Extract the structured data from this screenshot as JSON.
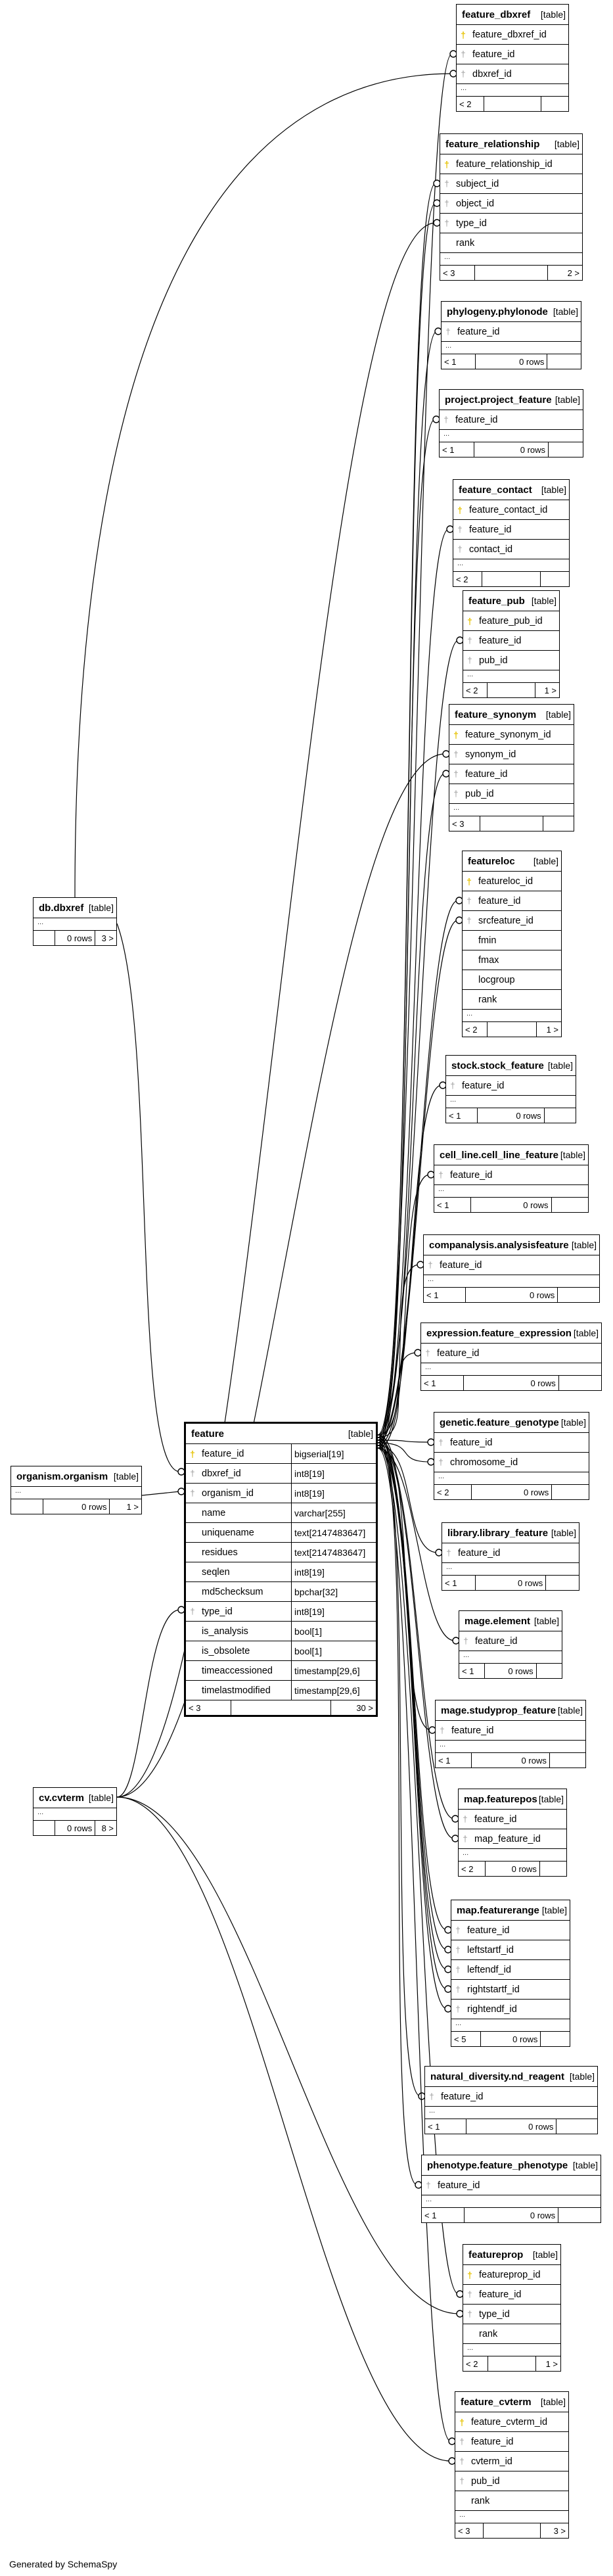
{
  "tables": [
    {
      "id": "feature_dbxref",
      "name": "feature_dbxref",
      "type": "[table]",
      "columns": [
        {
          "name": "feature_dbxref_id",
          "key": "pk"
        },
        {
          "name": "feature_id",
          "key": "fk"
        },
        {
          "name": "dbxref_id",
          "key": "fk"
        }
      ],
      "footer": [
        "< 2",
        "",
        ""
      ]
    },
    {
      "id": "feature_relationship",
      "name": "feature_relationship",
      "type": "[table]",
      "columns": [
        {
          "name": "feature_relationship_id",
          "key": "pk"
        },
        {
          "name": "subject_id",
          "key": "fk"
        },
        {
          "name": "object_id",
          "key": "fk"
        },
        {
          "name": "type_id",
          "key": "fk"
        },
        {
          "name": "rank",
          "key": ""
        }
      ],
      "footer": [
        "< 3",
        "",
        "2 >"
      ]
    },
    {
      "id": "phylonode",
      "name": "phylogeny.phylonode",
      "type": "[table]",
      "columns": [
        {
          "name": "feature_id",
          "key": "fk"
        }
      ],
      "footer": [
        "< 1",
        "0 rows",
        ""
      ]
    },
    {
      "id": "project_feature",
      "name": "project.project_feature",
      "type": "[table]",
      "columns": [
        {
          "name": "feature_id",
          "key": "fk"
        }
      ],
      "footer": [
        "< 1",
        "0 rows",
        ""
      ]
    },
    {
      "id": "feature_contact",
      "name": "feature_contact",
      "type": "[table]",
      "columns": [
        {
          "name": "feature_contact_id",
          "key": "pk"
        },
        {
          "name": "feature_id",
          "key": "fk"
        },
        {
          "name": "contact_id",
          "key": "fk"
        }
      ],
      "footer": [
        "< 2",
        "",
        ""
      ]
    },
    {
      "id": "feature_pub",
      "name": "feature_pub",
      "type": "[table]",
      "columns": [
        {
          "name": "feature_pub_id",
          "key": "pk"
        },
        {
          "name": "feature_id",
          "key": "fk"
        },
        {
          "name": "pub_id",
          "key": "fk"
        }
      ],
      "footer": [
        "< 2",
        "",
        "1 >"
      ]
    },
    {
      "id": "feature_synonym",
      "name": "feature_synonym",
      "type": "[table]",
      "columns": [
        {
          "name": "feature_synonym_id",
          "key": "pk"
        },
        {
          "name": "synonym_id",
          "key": "fk"
        },
        {
          "name": "feature_id",
          "key": "fk"
        },
        {
          "name": "pub_id",
          "key": "fk"
        }
      ],
      "footer": [
        "< 3",
        "",
        ""
      ]
    },
    {
      "id": "featureloc",
      "name": "featureloc",
      "type": "[table]",
      "columns": [
        {
          "name": "featureloc_id",
          "key": "pk"
        },
        {
          "name": "feature_id",
          "key": "fk"
        },
        {
          "name": "srcfeature_id",
          "key": "fk"
        },
        {
          "name": "fmin",
          "key": ""
        },
        {
          "name": "fmax",
          "key": ""
        },
        {
          "name": "locgroup",
          "key": ""
        },
        {
          "name": "rank",
          "key": ""
        }
      ],
      "footer": [
        "< 2",
        "",
        "1 >"
      ]
    },
    {
      "id": "stock_feature",
      "name": "stock.stock_feature",
      "type": "[table]",
      "columns": [
        {
          "name": "feature_id",
          "key": "fk"
        }
      ],
      "footer": [
        "< 1",
        "0 rows",
        ""
      ]
    },
    {
      "id": "cell_line_feature",
      "name": "cell_line.cell_line_feature",
      "type": "[table]",
      "columns": [
        {
          "name": "feature_id",
          "key": "fk"
        }
      ],
      "footer": [
        "< 1",
        "0 rows",
        ""
      ]
    },
    {
      "id": "analysisfeature",
      "name": "companalysis.analysisfeature",
      "type": "[table]",
      "columns": [
        {
          "name": "feature_id",
          "key": "fk"
        }
      ],
      "footer": [
        "< 1",
        "0 rows",
        ""
      ]
    },
    {
      "id": "feature_expression",
      "name": "expression.feature_expression",
      "type": "[table]",
      "columns": [
        {
          "name": "feature_id",
          "key": "fk"
        }
      ],
      "footer": [
        "< 1",
        "0 rows",
        ""
      ]
    },
    {
      "id": "feature_genotype",
      "name": "genetic.feature_genotype",
      "type": "[table]",
      "columns": [
        {
          "name": "feature_id",
          "key": "fk"
        },
        {
          "name": "chromosome_id",
          "key": "fk"
        }
      ],
      "footer": [
        "< 2",
        "0 rows",
        ""
      ]
    },
    {
      "id": "library_feature",
      "name": "library.library_feature",
      "type": "[table]",
      "columns": [
        {
          "name": "feature_id",
          "key": "fk"
        }
      ],
      "footer": [
        "< 1",
        "0 rows",
        ""
      ]
    },
    {
      "id": "element",
      "name": "mage.element",
      "type": "[table]",
      "columns": [
        {
          "name": "feature_id",
          "key": "fk"
        }
      ],
      "footer": [
        "< 1",
        "0 rows",
        ""
      ]
    },
    {
      "id": "studyprop_feature",
      "name": "mage.studyprop_feature",
      "type": "[table]",
      "columns": [
        {
          "name": "feature_id",
          "key": "fk"
        }
      ],
      "footer": [
        "< 1",
        "0 rows",
        ""
      ]
    },
    {
      "id": "featurepos",
      "name": "map.featurepos",
      "type": "[table]",
      "columns": [
        {
          "name": "feature_id",
          "key": "fk"
        },
        {
          "name": "map_feature_id",
          "key": "fk"
        }
      ],
      "footer": [
        "< 2",
        "0 rows",
        ""
      ]
    },
    {
      "id": "featurerange",
      "name": "map.featurerange",
      "type": "[table]",
      "columns": [
        {
          "name": "feature_id",
          "key": "fk"
        },
        {
          "name": "leftstartf_id",
          "key": "fk"
        },
        {
          "name": "leftendf_id",
          "key": "fk"
        },
        {
          "name": "rightstartf_id",
          "key": "fk"
        },
        {
          "name": "rightendf_id",
          "key": "fk"
        }
      ],
      "footer": [
        "< 5",
        "0 rows",
        ""
      ]
    },
    {
      "id": "nd_reagent",
      "name": "natural_diversity.nd_reagent",
      "type": "[table]",
      "columns": [
        {
          "name": "feature_id",
          "key": "fk"
        }
      ],
      "footer": [
        "< 1",
        "0 rows",
        ""
      ]
    },
    {
      "id": "feature_phenotype",
      "name": "phenotype.feature_phenotype",
      "type": "[table]",
      "columns": [
        {
          "name": "feature_id",
          "key": "fk"
        }
      ],
      "footer": [
        "< 1",
        "0 rows",
        ""
      ]
    },
    {
      "id": "featureprop",
      "name": "featureprop",
      "type": "[table]",
      "columns": [
        {
          "name": "featureprop_id",
          "key": "pk"
        },
        {
          "name": "feature_id",
          "key": "fk"
        },
        {
          "name": "type_id",
          "key": "fk"
        },
        {
          "name": "rank",
          "key": ""
        }
      ],
      "footer": [
        "< 2",
        "",
        "1 >"
      ]
    },
    {
      "id": "feature_cvterm",
      "name": "feature_cvterm",
      "type": "[table]",
      "columns": [
        {
          "name": "feature_cvterm_id",
          "key": "pk"
        },
        {
          "name": "feature_id",
          "key": "fk"
        },
        {
          "name": "cvterm_id",
          "key": "fk"
        },
        {
          "name": "pub_id",
          "key": "fk"
        },
        {
          "name": "rank",
          "key": ""
        }
      ],
      "footer": [
        "< 3",
        "",
        "3 >"
      ]
    },
    {
      "id": "dbxref",
      "name": "db.dbxref",
      "type": "[table]",
      "columns": [],
      "footer": [
        "",
        "0 rows",
        "3 >"
      ]
    },
    {
      "id": "organism",
      "name": "organism.organism",
      "type": "[table]",
      "columns": [],
      "footer": [
        "",
        "0 rows",
        "1 >"
      ]
    },
    {
      "id": "cvterm",
      "name": "cv.cvterm",
      "type": "[table]",
      "columns": [],
      "footer": [
        "",
        "0 rows",
        "8 >"
      ]
    },
    {
      "id": "feature",
      "name": "feature",
      "type": "[table]",
      "columns": [
        {
          "name": "feature_id",
          "key": "pk",
          "type": "bigserial[19]"
        },
        {
          "name": "dbxref_id",
          "key": "fk",
          "type": "int8[19]"
        },
        {
          "name": "organism_id",
          "key": "fk",
          "type": "int8[19]"
        },
        {
          "name": "name",
          "key": "",
          "type": "varchar[255]"
        },
        {
          "name": "uniquename",
          "key": "",
          "type": "text[2147483647]"
        },
        {
          "name": "residues",
          "key": "",
          "type": "text[2147483647]"
        },
        {
          "name": "seqlen",
          "key": "",
          "type": "int8[19]"
        },
        {
          "name": "md5checksum",
          "key": "",
          "type": "bpchar[32]"
        },
        {
          "name": "type_id",
          "key": "fk",
          "type": "int8[19]"
        },
        {
          "name": "is_analysis",
          "key": "",
          "type": "bool[1]"
        },
        {
          "name": "is_obsolete",
          "key": "",
          "type": "bool[1]"
        },
        {
          "name": "timeaccessioned",
          "key": "",
          "type": "timestamp[29,6]"
        },
        {
          "name": "timelastmodified",
          "key": "",
          "type": "timestamp[29,6]"
        }
      ],
      "footer": [
        "< 3",
        "",
        "30 >"
      ]
    }
  ],
  "footer_text": "Generated by SchemaSpy",
  "ellipsis": "..."
}
